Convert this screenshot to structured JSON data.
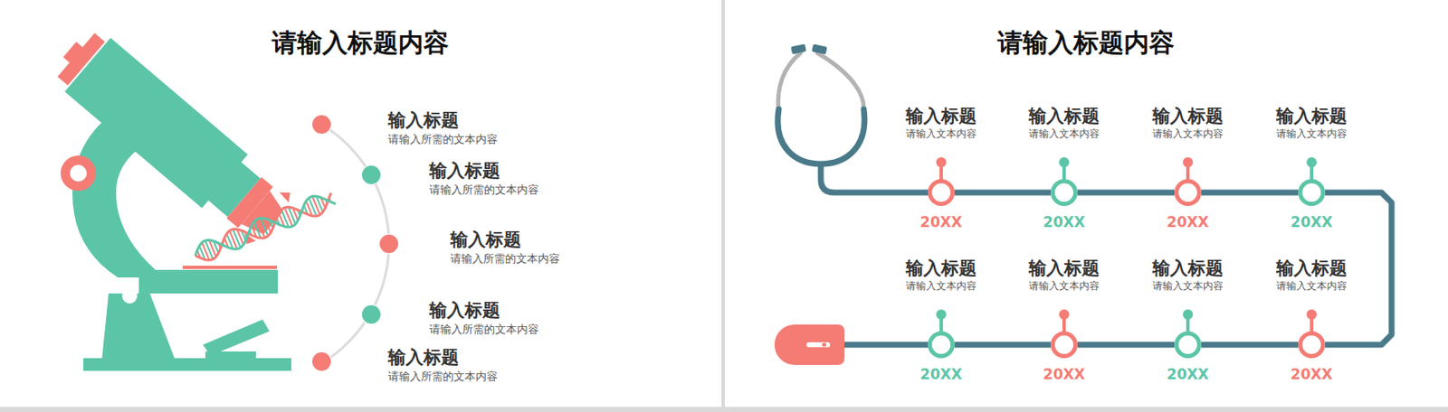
{
  "diagram": {
    "title": "请输入标题内容",
    "nodes": [
      {
        "text": [
          "输入标题",
          "请输入所需的文本内容"
        ]
      },
      {
        "text": [
          "输入标题",
          "请输入所需的文本内容"
        ]
      },
      {
        "text": [
          "输入标题",
          "请输入所需的文本内容"
        ]
      },
      {
        "text": [
          "输入标题",
          "请输入所需的文本内容"
        ]
      },
      {
        "text": [
          "输入标题",
          "请输入所需的文本内容"
        ]
      },
      {
        "text": [
          "输入标题",
          "请输入文本内容",
          "20XX"
        ]
      },
      {
        "text": [
          "输入标题",
          "请输入文本内容",
          "20XX"
        ]
      },
      {
        "text": [
          "输入标题",
          "请输入文本内容",
          "20XX"
        ]
      },
      {
        "text": [
          "输入标题",
          "请输入文本内容",
          "20XX"
        ]
      },
      {
        "text": [
          "输入标题",
          "请输入文本内容",
          "20XX"
        ]
      },
      {
        "text": [
          "输入标题",
          "请输入文本内容",
          "20XX"
        ]
      },
      {
        "text": [
          "输入标题",
          "请输入文本内容",
          "20XX"
        ]
      },
      {
        "text": [
          "输入标题",
          "请输入文本内容",
          "20XX"
        ]
      }
    ],
    "edges": [
      {
        "from": 0,
        "to": 1,
        "arrow": "none"
      },
      {
        "from": 1,
        "to": 2,
        "arrow": "none"
      },
      {
        "from": 2,
        "to": 3,
        "arrow": "none"
      },
      {
        "from": 3,
        "to": 4,
        "arrow": "none"
      },
      {
        "from": 5,
        "to": 6,
        "arrow": "none"
      },
      {
        "from": 6,
        "to": 7,
        "arrow": "none"
      },
      {
        "from": 7,
        "to": 8,
        "arrow": "none"
      },
      {
        "from": 8,
        "to": 12,
        "arrow": "none"
      },
      {
        "from": 12,
        "to": 11,
        "arrow": "none"
      },
      {
        "from": 11,
        "to": 10,
        "arrow": "none"
      },
      {
        "from": 10,
        "to": 9,
        "arrow": "none"
      }
    ],
    "labels": [
      "请输入标题内容"
    ]
  }
}
